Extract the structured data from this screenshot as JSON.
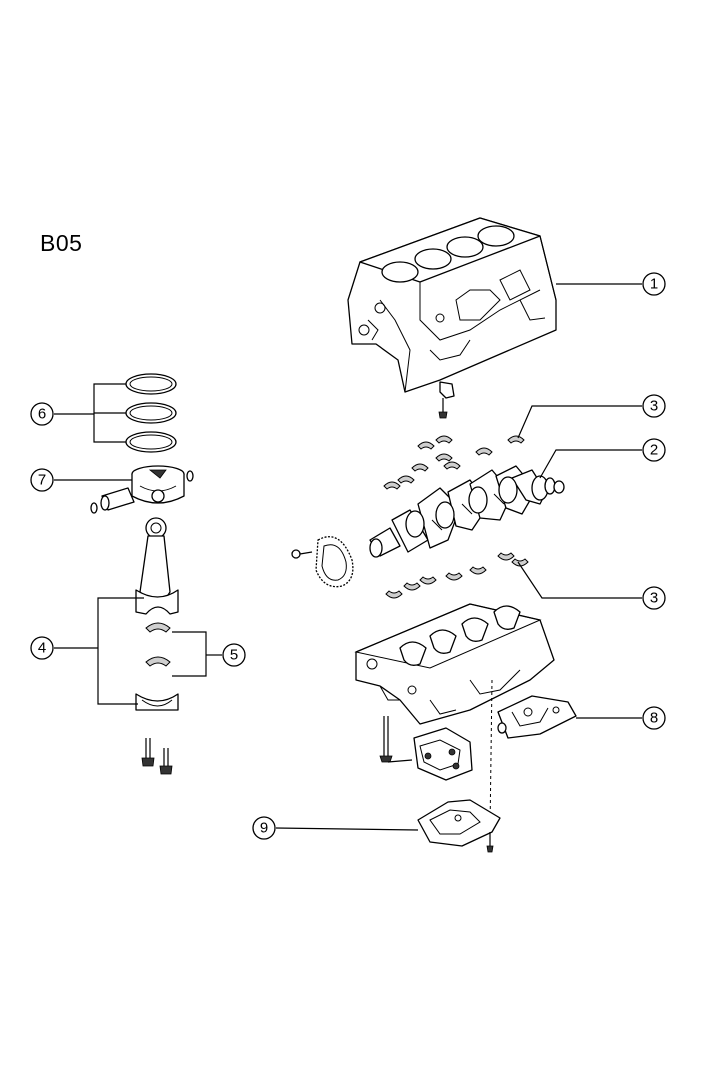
{
  "diagram": {
    "code": "B05",
    "callouts": [
      {
        "id": "c1",
        "label": "1"
      },
      {
        "id": "c2",
        "label": "2"
      },
      {
        "id": "c3a",
        "label": "3"
      },
      {
        "id": "c3b",
        "label": "3"
      },
      {
        "id": "c4",
        "label": "4"
      },
      {
        "id": "c5",
        "label": "5"
      },
      {
        "id": "c6",
        "label": "6"
      },
      {
        "id": "c7",
        "label": "7"
      },
      {
        "id": "c8",
        "label": "8"
      },
      {
        "id": "c9",
        "label": "9"
      }
    ]
  }
}
